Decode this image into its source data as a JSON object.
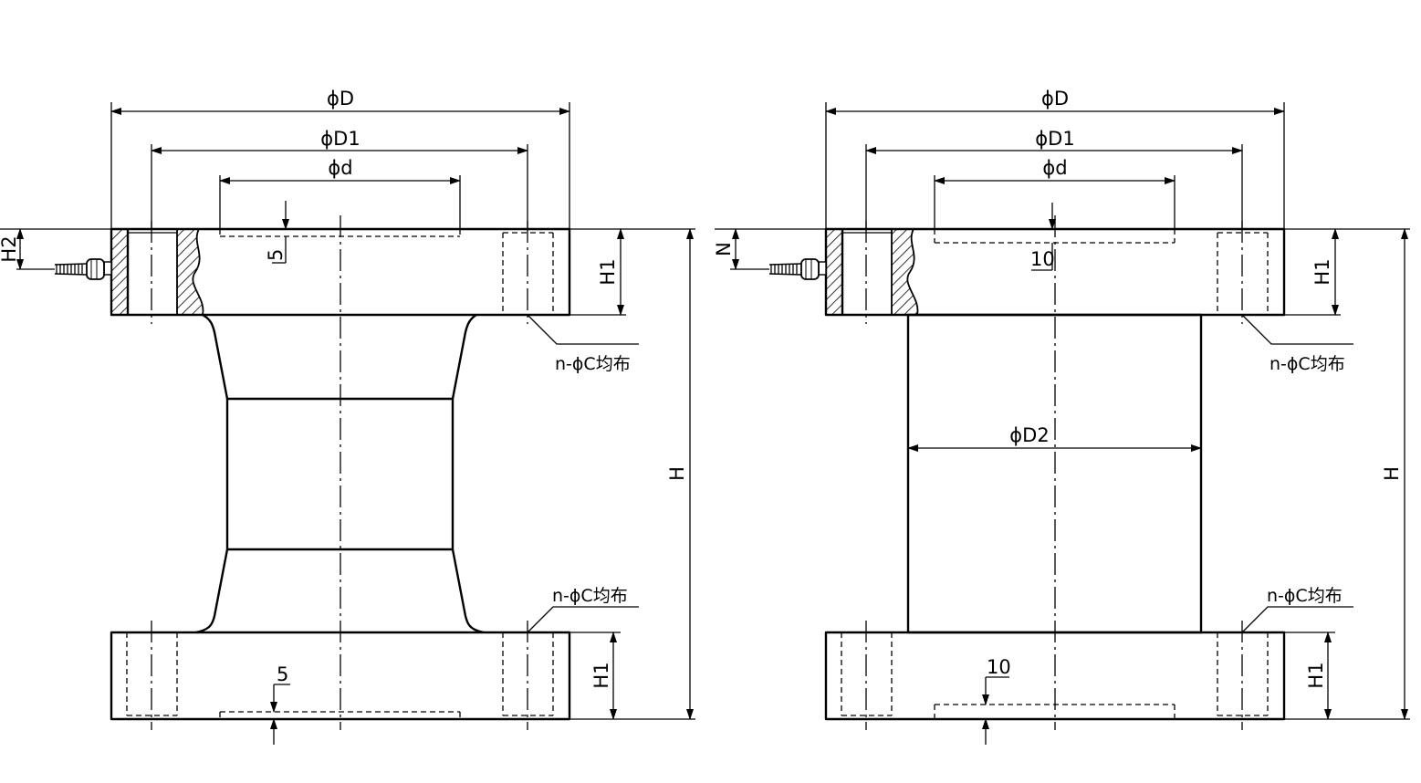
{
  "diagram": {
    "left": {
      "dim_outer": "ϕD",
      "dim_bolt": "ϕD1",
      "dim_inner": "ϕd",
      "dim_recess_top": "5",
      "dim_recess_bottom": "5",
      "dim_h2": "H2",
      "dim_h1_top": "H1",
      "dim_h1_bottom": "H1",
      "dim_height": "H",
      "note_holes_top": "n-ϕC均布",
      "note_holes_bottom": "n-ϕC均布"
    },
    "right": {
      "dim_outer": "ϕD",
      "dim_bolt": "ϕD1",
      "dim_inner": "ϕd",
      "dim_column": "ϕD2",
      "dim_recess_top": "10",
      "dim_recess_bottom": "10",
      "dim_n": "N",
      "dim_h1_top": "H1",
      "dim_h1_bottom": "H1",
      "dim_height": "H",
      "note_holes_top": "n-ϕC均布",
      "note_holes_bottom": "n-ϕC均布"
    }
  }
}
